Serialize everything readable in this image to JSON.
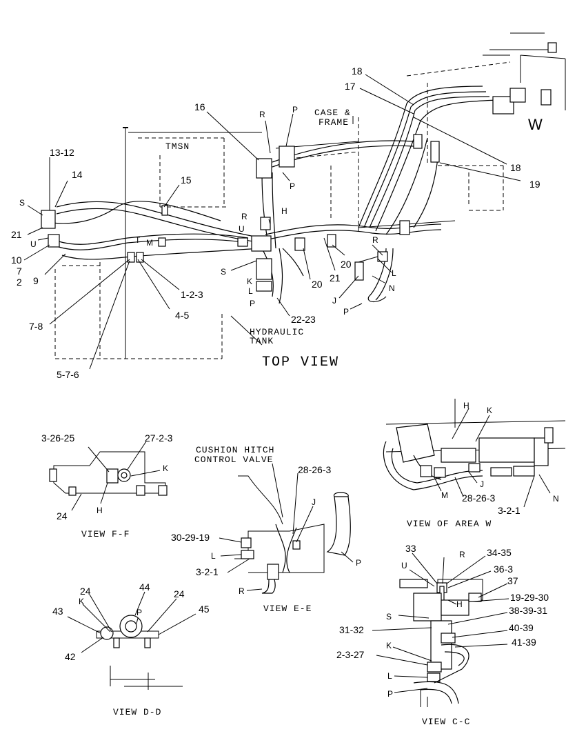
{
  "views": {
    "top": {
      "title": "TOP VIEW",
      "labels": {
        "l_13_12": "13-12",
        "l_14": "14",
        "l_s1": "S",
        "l_21a": "21",
        "l_u1": "U",
        "l_10": "10",
        "l_7": "7",
        "l_2": "2",
        "l_9": "9",
        "l_15": "15",
        "l_16": "16",
        "l_tmsn": "TMSN",
        "l_r1": "R",
        "l_p1": "P",
        "l_case": "CASE &",
        "l_frame": "FRAME",
        "l_p2": "P",
        "l_r2": "R",
        "l_h1": "H",
        "l_u2": "U",
        "l_t": "T",
        "l_m": "M",
        "l_s2": "S",
        "l_k": "K",
        "l_l": "L",
        "l_p3": "P",
        "l_1_2_3": "1-2-3",
        "l_4_5": "4-5",
        "l_7_8": "7-8",
        "l_5_7_6": "5-7-6",
        "l_22_23": "22-23",
        "l_hyd1": "HYDRAULIC",
        "l_hyd2": "TANK",
        "l_20a": "20",
        "l_21b": "21",
        "l_20b": "20",
        "l_r3": "R",
        "l_l2": "L",
        "l_n": "N",
        "l_j": "J",
        "l_p4": "P",
        "l_18a": "18",
        "l_17": "17",
        "l_18b": "18",
        "l_19": "19",
        "l_w": "W"
      }
    },
    "ff": {
      "title": "VIEW F-F",
      "labels": {
        "l_3_26_25": "3-26-25",
        "l_27_2_3": "27-2-3",
        "l_k": "K",
        "l_24": "24",
        "l_h": "H"
      }
    },
    "ee": {
      "title": "VIEW E-E",
      "labels": {
        "l_cush1": "CUSHION HITCH",
        "l_cush2": "CONTROL VALVE",
        "l_28_26_3": "28-26-3",
        "l_j": "J",
        "l_30_29_19": "30-29-19",
        "l_l": "L",
        "l_3_2_1": "3-2-1",
        "l_p": "P",
        "l_r": "R"
      }
    },
    "w": {
      "title": "VIEW OF AREA W",
      "labels": {
        "l_h": "H",
        "l_k": "K",
        "l_j": "J",
        "l_m": "M",
        "l_28_26_3": "28-26-3",
        "l_3_2_1": "3-2-1",
        "l_n": "N"
      }
    },
    "dd": {
      "title": "VIEW D-D",
      "labels": {
        "l_24a": "24",
        "l_44": "44",
        "l_24b": "24",
        "l_k": "K",
        "l_p": "P",
        "l_43": "43",
        "l_45": "45",
        "l_42": "42"
      }
    },
    "cc": {
      "title": "VIEW C-C",
      "labels": {
        "l_33": "33",
        "l_r": "R",
        "l_34_35": "34-35",
        "l_u": "U",
        "l_36_3": "36-3",
        "l_37": "37",
        "l_h": "H",
        "l_19_29_30": "19-29-30",
        "l_s": "S",
        "l_38_39_31": "38-39-31",
        "l_31_32": "31-32",
        "l_40_39": "40-39",
        "l_k": "K",
        "l_41_39": "41-39",
        "l_2_3_27": "2-3-27",
        "l_l": "L",
        "l_p": "P"
      }
    }
  }
}
